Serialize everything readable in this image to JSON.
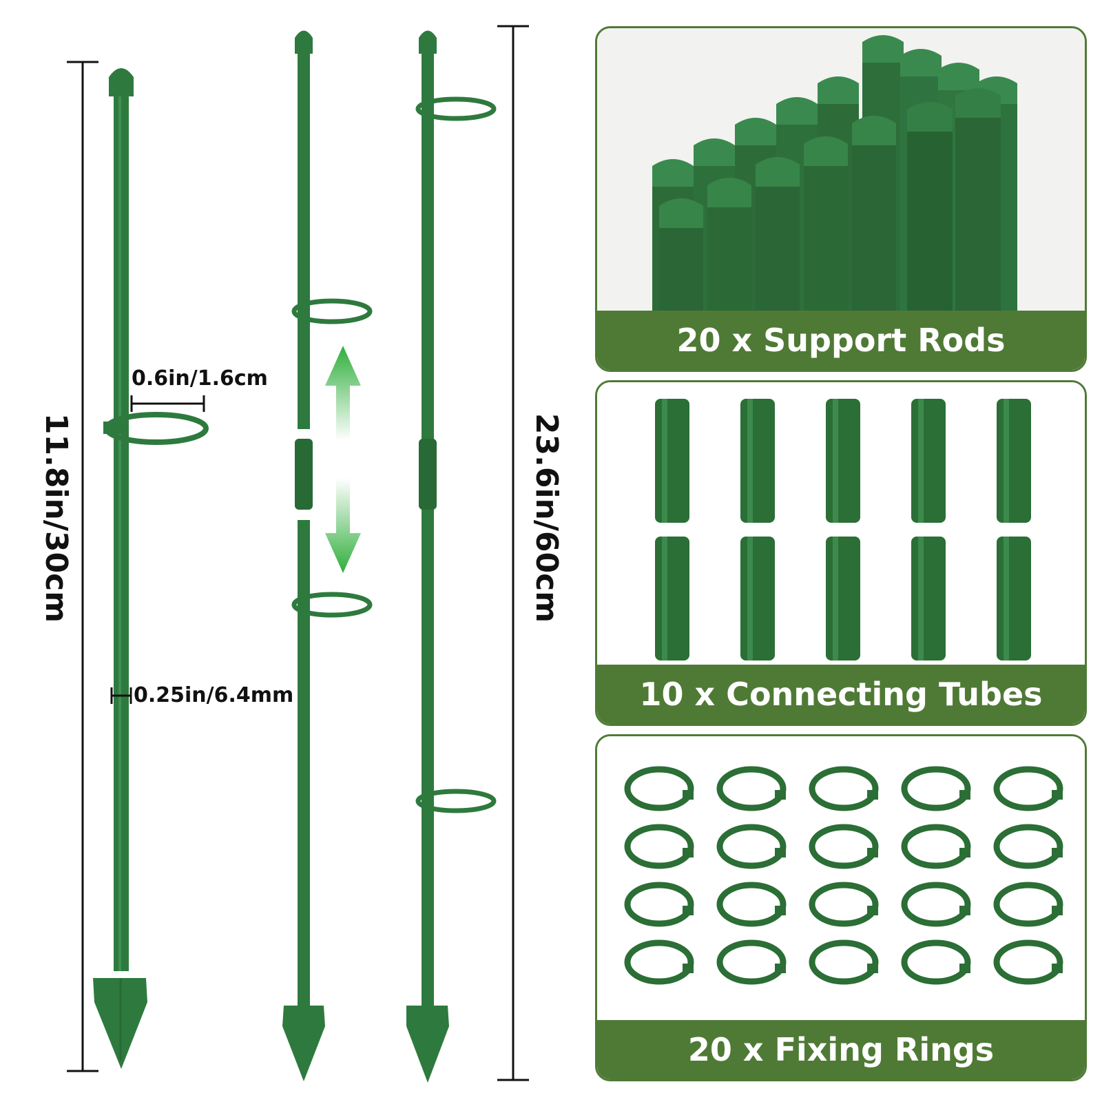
{
  "colors": {
    "stake_green": "#2e7a3e",
    "panel_green": "#4f7a35",
    "arrow_green": "#3fbf4a"
  },
  "dimensions": {
    "short_height": "11.8in/30cm",
    "long_height": "23.6in/60cm",
    "ring_diameter": "0.6in/1.6cm",
    "rod_diameter": "0.25in/6.4mm"
  },
  "panels": [
    {
      "caption": "20 x Support Rods"
    },
    {
      "caption": "10 x Connecting Tubes"
    },
    {
      "caption": "20 x Fixing Rings"
    }
  ],
  "icons": [
    "up-arrow-icon",
    "down-arrow-icon"
  ]
}
